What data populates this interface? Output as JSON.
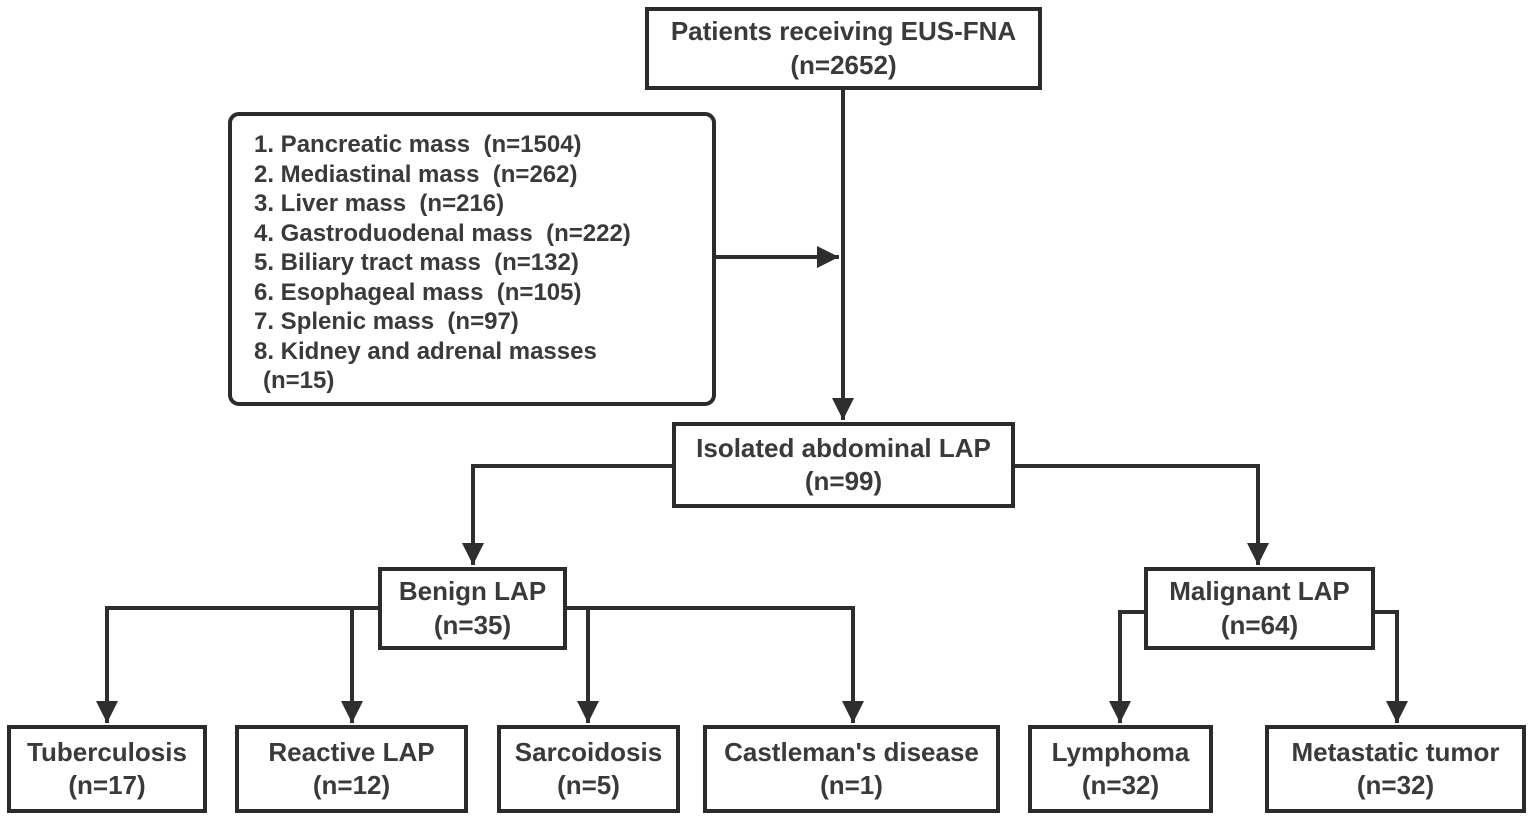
{
  "figure": {
    "type": "flowchart",
    "title_implicit": "Patient flow of EUS-FNA study",
    "palette": {
      "line": "#2e2e2e",
      "border": "#2b2b2b",
      "text": "#3a3a3a",
      "background": "#ffffff"
    }
  },
  "nodes": {
    "root": {
      "label": "Patients receiving EUS-FNA",
      "count": "(n=2652)"
    },
    "exclusions": {
      "lines": [
        "1. Pancreatic mass  (n=1504)",
        "2. Mediastinal mass  (n=262)",
        "3. Liver mass  (n=216)",
        "4. Gastroduodenal mass  (n=222)",
        "5. Biliary tract mass  (n=132)",
        "6. Esophageal mass  (n=105)",
        "7. Splenic mass  (n=97)",
        "8. Kidney and adrenal masses",
        "(n=15)"
      ]
    },
    "isolated": {
      "label": "Isolated abdominal LAP",
      "count": "(n=99)"
    },
    "benign": {
      "label": "Benign LAP",
      "count": "(n=35)"
    },
    "malignant": {
      "label": "Malignant LAP",
      "count": "(n=64)"
    },
    "tuberculosis": {
      "label": "Tuberculosis",
      "count": "(n=17)"
    },
    "reactive": {
      "label": "Reactive LAP",
      "count": "(n=12)"
    },
    "sarcoidosis": {
      "label": "Sarcoidosis",
      "count": "(n=5)"
    },
    "castleman": {
      "label": "Castleman's disease",
      "count": "(n=1)"
    },
    "lymphoma": {
      "label": "Lymphoma",
      "count": "(n=32)"
    },
    "metastatic": {
      "label": "Metastatic tumor",
      "count": "(n=32)"
    }
  },
  "edges": [
    {
      "from": "root",
      "to": "isolated"
    },
    {
      "from": "exclusions",
      "to": "root-isolated-flow",
      "meaning": "excluded indications"
    },
    {
      "from": "isolated",
      "to": "benign"
    },
    {
      "from": "isolated",
      "to": "malignant"
    },
    {
      "from": "benign",
      "to": "tuberculosis"
    },
    {
      "from": "benign",
      "to": "reactive"
    },
    {
      "from": "benign",
      "to": "sarcoidosis"
    },
    {
      "from": "benign",
      "to": "castleman"
    },
    {
      "from": "malignant",
      "to": "lymphoma"
    },
    {
      "from": "malignant",
      "to": "metastatic"
    }
  ]
}
